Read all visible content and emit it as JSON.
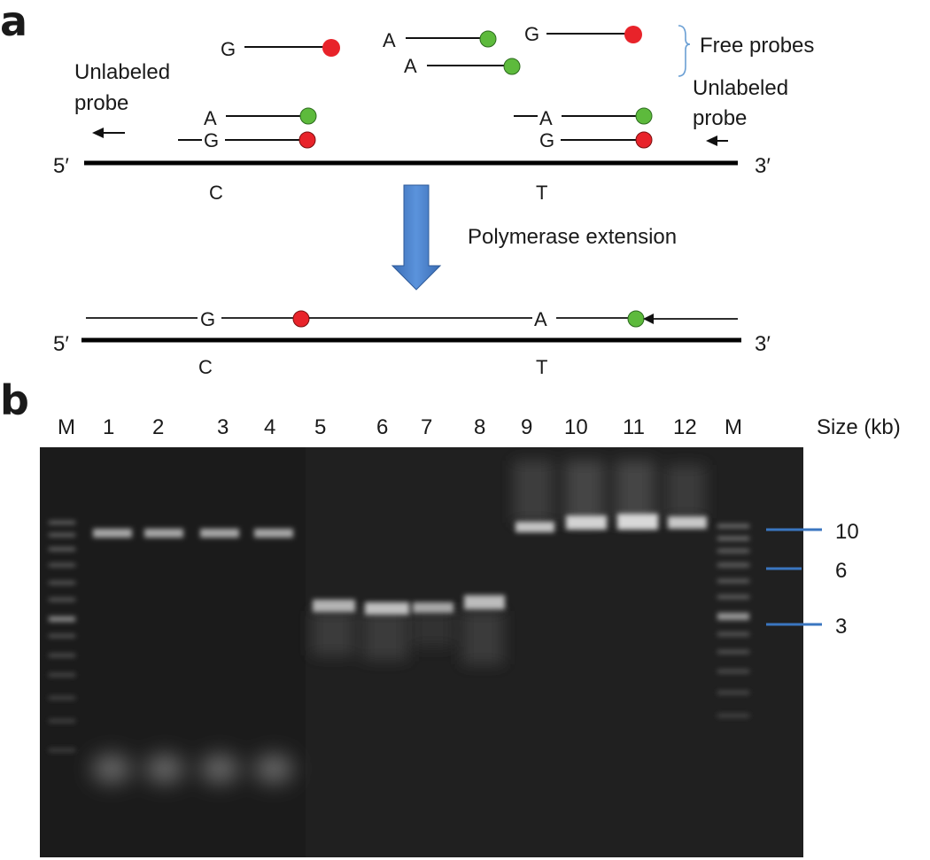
{
  "panel_a": {
    "label": "a",
    "free_probes_label": "Free probes",
    "unlabeled_probe_left": [
      "Unlabeled",
      "probe"
    ],
    "unlabeled_probe_right": [
      "Unlabeled",
      "probe"
    ],
    "strand_5": "5′",
    "strand_3": "3′",
    "template_base_left": "C",
    "template_base_right": "T",
    "free_probe_bases": [
      "G",
      "A",
      "A",
      "G"
    ],
    "bound_probe_bases_left": [
      "A",
      "G"
    ],
    "bound_probe_bases_right": [
      "A",
      "G"
    ],
    "extension_label": "Polymerase extension",
    "extended_bases": [
      "G",
      "A"
    ],
    "colors": {
      "red_label": "#e8232a",
      "green_label": "#5dba3c",
      "arrow": "#4a7fc9",
      "bracket": "#6a9fd4"
    }
  },
  "panel_b": {
    "label": "b",
    "lane_labels": [
      "M",
      "1",
      "2",
      "3",
      "4",
      "5",
      "6",
      "7",
      "8",
      "9",
      "10",
      "11",
      "12",
      "M"
    ],
    "size_header": "Size (kb)",
    "size_markers": [
      "10",
      "6",
      "3"
    ],
    "colors": {
      "gel_background": "#1c1c1c",
      "marker_tick": "#3a76c0"
    }
  }
}
